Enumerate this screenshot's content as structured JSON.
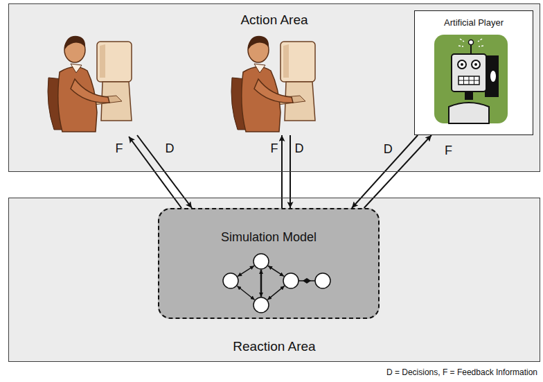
{
  "diagram": {
    "nodes": [
      {
        "text": [
          "Action Area"
        ]
      },
      {
        "text": [
          "Artificial Player"
        ],
        "in": 0
      },
      {
        "text": [
          "Reaction Area"
        ]
      },
      {
        "text": [
          "Simulation Model"
        ],
        "in": 2
      }
    ],
    "edges": [
      {
        "from": 1,
        "to": 3,
        "arrow": "to",
        "label": "D"
      },
      {
        "from": 3,
        "to": 1,
        "arrow": "to",
        "label": "F"
      }
    ],
    "labels": [
      "F",
      "D",
      "F",
      "D",
      "D = Decisions, F = Feedback Information"
    ]
  }
}
